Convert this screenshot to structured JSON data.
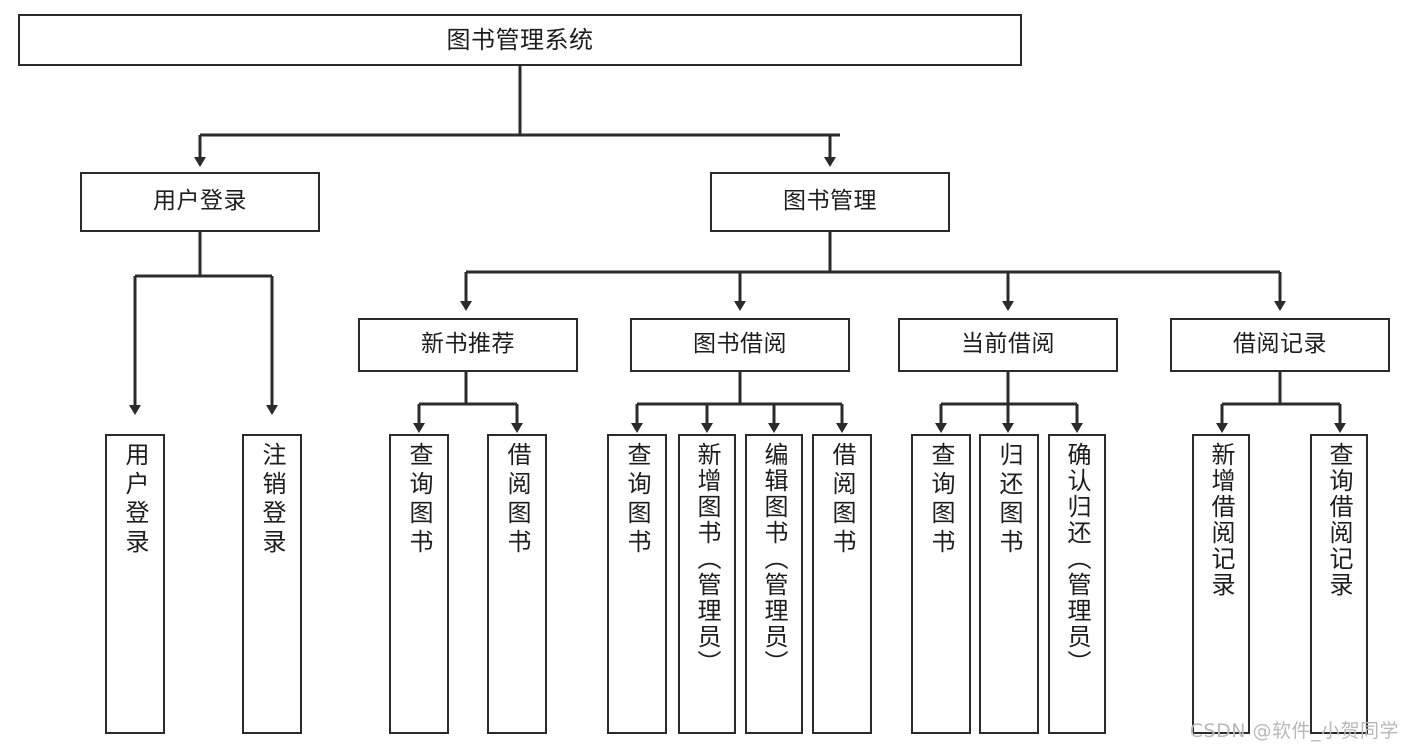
{
  "diagram": {
    "title": "图书管理系统",
    "watermark": "CSDN @软件_小贺同学",
    "type": "tree",
    "line_color": "#2b2b2b",
    "background_color": "#ffffff",
    "nodes": {
      "root": {
        "label": "图书管理系统"
      },
      "level2": [
        {
          "id": "user-login",
          "label": "用户登录"
        },
        {
          "id": "book-manage",
          "label": "图书管理"
        }
      ],
      "level3": [
        {
          "id": "new-book-recommend",
          "label": "新书推荐"
        },
        {
          "id": "book-borrow",
          "label": "图书借阅"
        },
        {
          "id": "current-borrow",
          "label": "当前借阅"
        },
        {
          "id": "borrow-record",
          "label": "借阅记录"
        }
      ],
      "leaves": [
        {
          "id": "leaf-user-login",
          "label": "用户登录",
          "parent": "user-login"
        },
        {
          "id": "leaf-user-logout",
          "label": "注销登录",
          "parent": "user-login"
        },
        {
          "id": "leaf-query-book-1",
          "label": "查询图书",
          "parent": "new-book-recommend"
        },
        {
          "id": "leaf-borrow-book-1",
          "label": "借阅图书",
          "parent": "new-book-recommend"
        },
        {
          "id": "leaf-query-book-2",
          "label": "查询图书",
          "parent": "book-borrow"
        },
        {
          "id": "leaf-add-book",
          "label": "新增图书（管理员）",
          "parent": "book-borrow"
        },
        {
          "id": "leaf-edit-book",
          "label": "编辑图书（管理员）",
          "parent": "book-borrow"
        },
        {
          "id": "leaf-borrow-book-2",
          "label": "借阅图书",
          "parent": "book-borrow"
        },
        {
          "id": "leaf-query-book-3",
          "label": "查询图书",
          "parent": "current-borrow"
        },
        {
          "id": "leaf-return-book",
          "label": "归还图书",
          "parent": "current-borrow"
        },
        {
          "id": "leaf-confirm-return",
          "label": "确认归还（管理员）",
          "parent": "current-borrow"
        },
        {
          "id": "leaf-add-record",
          "label": "新增借阅记录",
          "parent": "borrow-record"
        },
        {
          "id": "leaf-query-record",
          "label": "查询借阅记录",
          "parent": "borrow-record"
        }
      ]
    }
  }
}
